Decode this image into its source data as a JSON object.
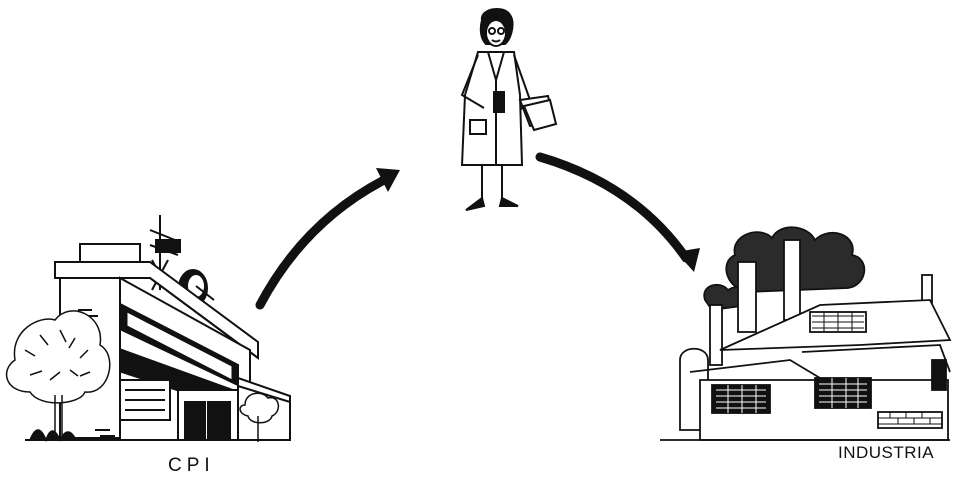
{
  "nodes": {
    "source": {
      "label": "CPI",
      "icon": "office-building-icon"
    },
    "intermediary": {
      "icon": "researcher-in-lab-coat-icon"
    },
    "target": {
      "label": "INDUSTRIA",
      "icon": "factory-icon"
    }
  },
  "edges": [
    {
      "from": "source",
      "to": "intermediary",
      "icon": "curved-arrow-icon"
    },
    {
      "from": "intermediary",
      "to": "target",
      "icon": "curved-arrow-icon"
    }
  ],
  "colors": {
    "ink": "#111111",
    "background": "#ffffff",
    "smoke": "#333333"
  }
}
